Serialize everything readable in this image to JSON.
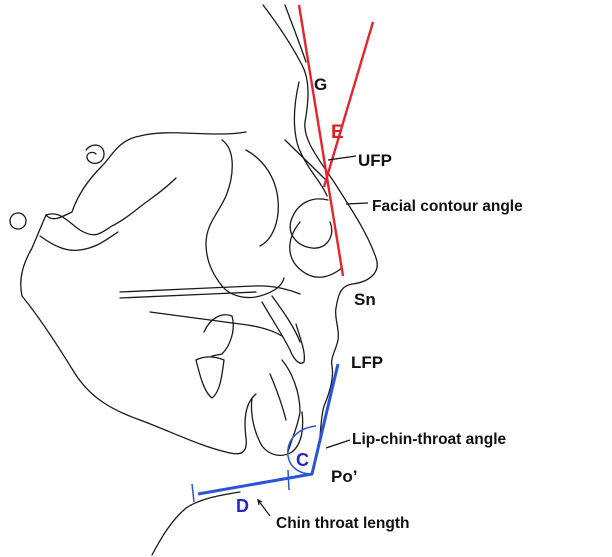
{
  "diagram": {
    "labels": {
      "G": "G",
      "E": "E",
      "UFP": "UFP",
      "facial_contour_angle": "Facial contour angle",
      "Sn": "Sn",
      "LFP": "LFP",
      "lip_chin_throat_angle": "Lip-chin-throat angle",
      "C": "C",
      "Po": "Po’",
      "D": "D",
      "chin_throat_length": "Chin throat length"
    },
    "colors": {
      "outline": "#1a1a1a",
      "facial_lines": "#e3262e",
      "lower_face_lines": "#2b55d8",
      "label_E": "#e02020",
      "label_CD": "#2626c8"
    }
  }
}
